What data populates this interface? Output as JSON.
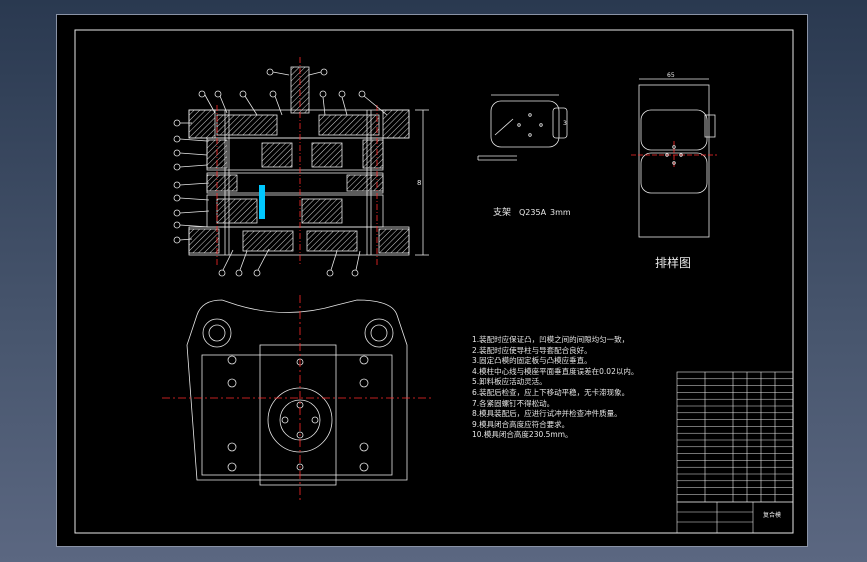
{
  "sheet": {
    "part_label": "支架",
    "material": "Q235A",
    "thickness": "3mm",
    "layout_title": "排样图",
    "dim_height_side": "8",
    "dim_strip_width": "65",
    "dim_pitch": "3"
  },
  "notes": [
    "1.装配时应保证凸，凹模之间的间隙均匀一致，",
    "2.装配时应使导柱与导套配合良好。",
    "3.固定凸模的固定板与凸模应垂直。",
    "4.模柱中心线与模座平面垂直度误差在0.02以内。",
    "5.卸料板应活动灵活。",
    "6.装配后检查，应上下移动平稳，无卡滞现象。",
    "7.各紧固螺钉不得松动。",
    "8.模具装配后，应进行试冲并检查冲件质量。",
    "9.模具闭合高度应符合要求。",
    "10.模具闭合高度230.5mm。"
  ],
  "title_block": {
    "drawing_name": "复合模"
  },
  "colors": {
    "line": "#e8e8e8",
    "centerline": "#ff2a2a",
    "hatch": "#cfcfcf",
    "accent": "#00c8ff"
  }
}
